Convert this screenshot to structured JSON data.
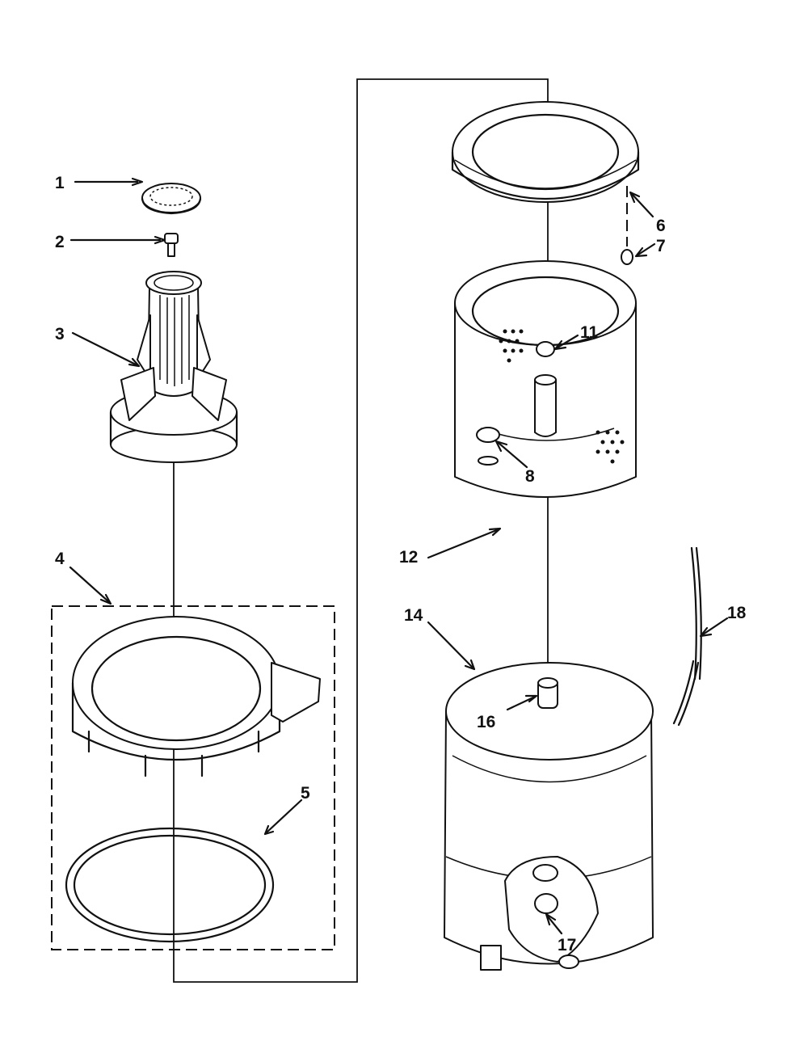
{
  "diagram": {
    "type": "exploded parts diagram",
    "callouts": [
      "1",
      "2",
      "3",
      "4",
      "5",
      "6",
      "7",
      "8",
      "11",
      "12",
      "14",
      "16",
      "17",
      "18"
    ]
  }
}
